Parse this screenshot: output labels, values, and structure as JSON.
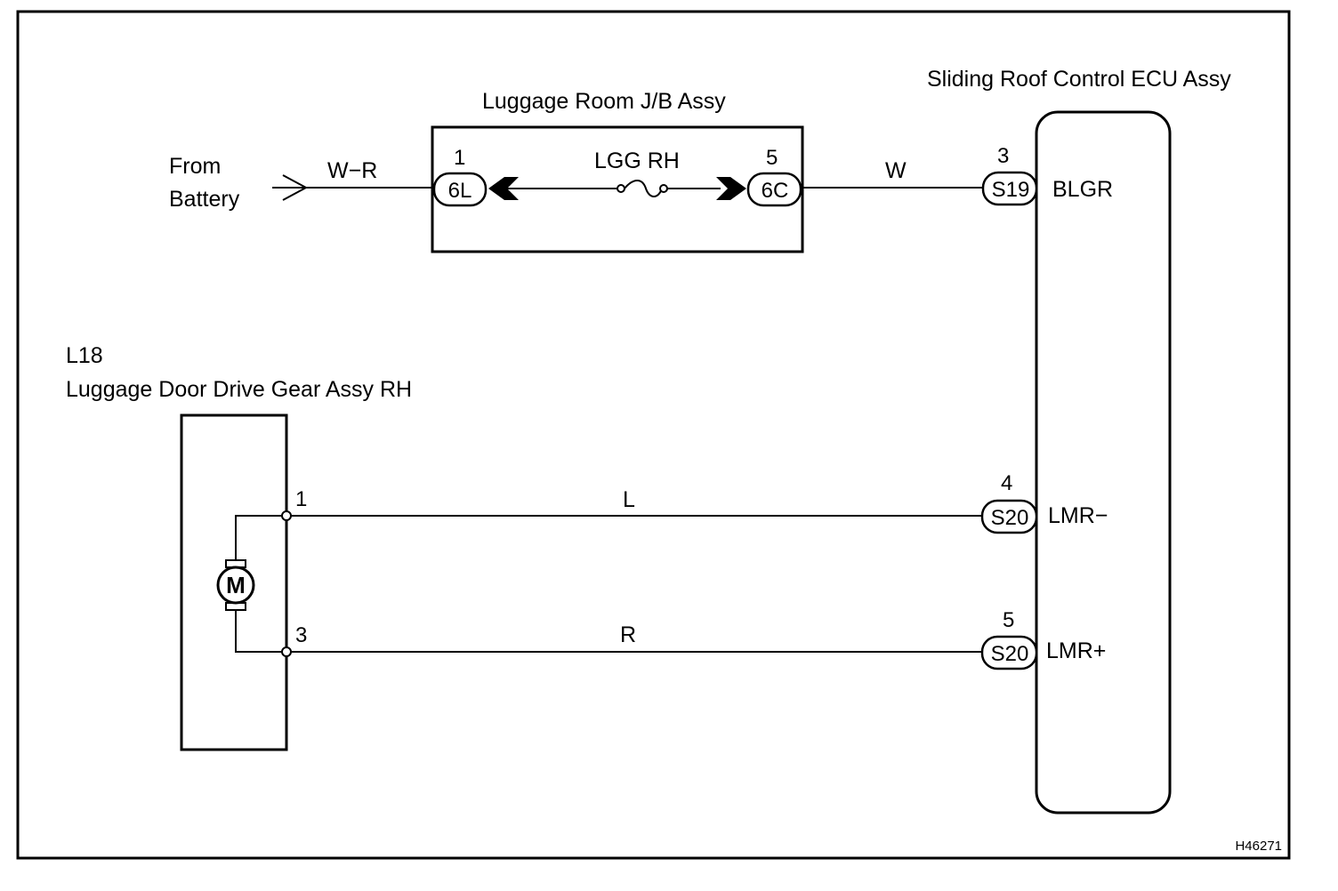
{
  "figure_id": "H46271",
  "components": {
    "junction_block": {
      "title": "Luggage Room J/B Assy",
      "fuse_label": "LGG RH",
      "left_connector": {
        "pin": "1",
        "code": "6L"
      },
      "right_connector": {
        "pin": "5",
        "code": "6C"
      }
    },
    "ecu": {
      "title": "Sliding Roof Control ECU Assy",
      "terminals": [
        {
          "pin": "3",
          "code": "S19",
          "signal": "BLGR"
        },
        {
          "pin": "4",
          "code": "S20",
          "signal": "LMR−"
        },
        {
          "pin": "5",
          "code": "S20",
          "signal": "LMR+"
        }
      ]
    },
    "motor_unit": {
      "ref": "L18",
      "title": "Luggage Door Drive Gear Assy RH",
      "motor_symbol": "M",
      "pins": [
        "1",
        "3"
      ]
    },
    "battery_source": {
      "line1": "From",
      "line2": "Battery"
    }
  },
  "wires": [
    {
      "color_code": "W−R"
    },
    {
      "color_code": "W"
    },
    {
      "color_code": "L"
    },
    {
      "color_code": "R"
    }
  ]
}
